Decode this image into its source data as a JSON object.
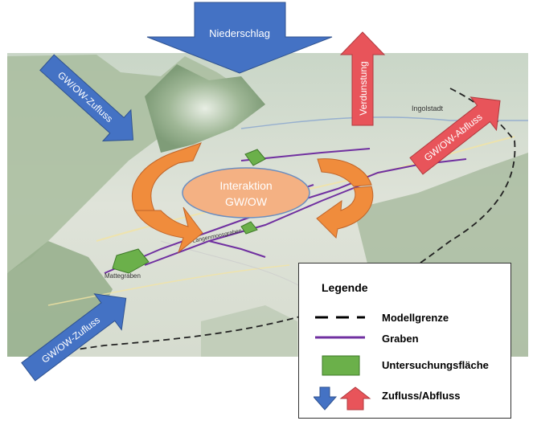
{
  "arrows": {
    "precipitation": "Niederschlag",
    "evaporation": "Verdunstung",
    "inflow_top": "GW/OW-Zufluss",
    "inflow_bottom": "GW/OW-Zufluss",
    "outflow": "GW/OW-Abfluss"
  },
  "interaction": {
    "line1": "Interaktion",
    "line2": "GW/OW"
  },
  "map_labels": {
    "town_top_right": "Ingolstadt",
    "creek_1": "Mattegraben",
    "creek_2": "Langenmoosgraben"
  },
  "legend": {
    "title": "Legende",
    "items": [
      {
        "label": "Modellgrenze"
      },
      {
        "label": "Graben"
      },
      {
        "label": "Untersuchungsfläche"
      },
      {
        "label": "Zufluss/Abfluss"
      }
    ]
  },
  "colors": {
    "blue_arrow": "#4472C4",
    "red_arrow": "#E8545A",
    "orange": "#F08C3C",
    "ellipse": "#F4B183",
    "graben": "#7030A0",
    "study_area": "#6BB04A"
  }
}
